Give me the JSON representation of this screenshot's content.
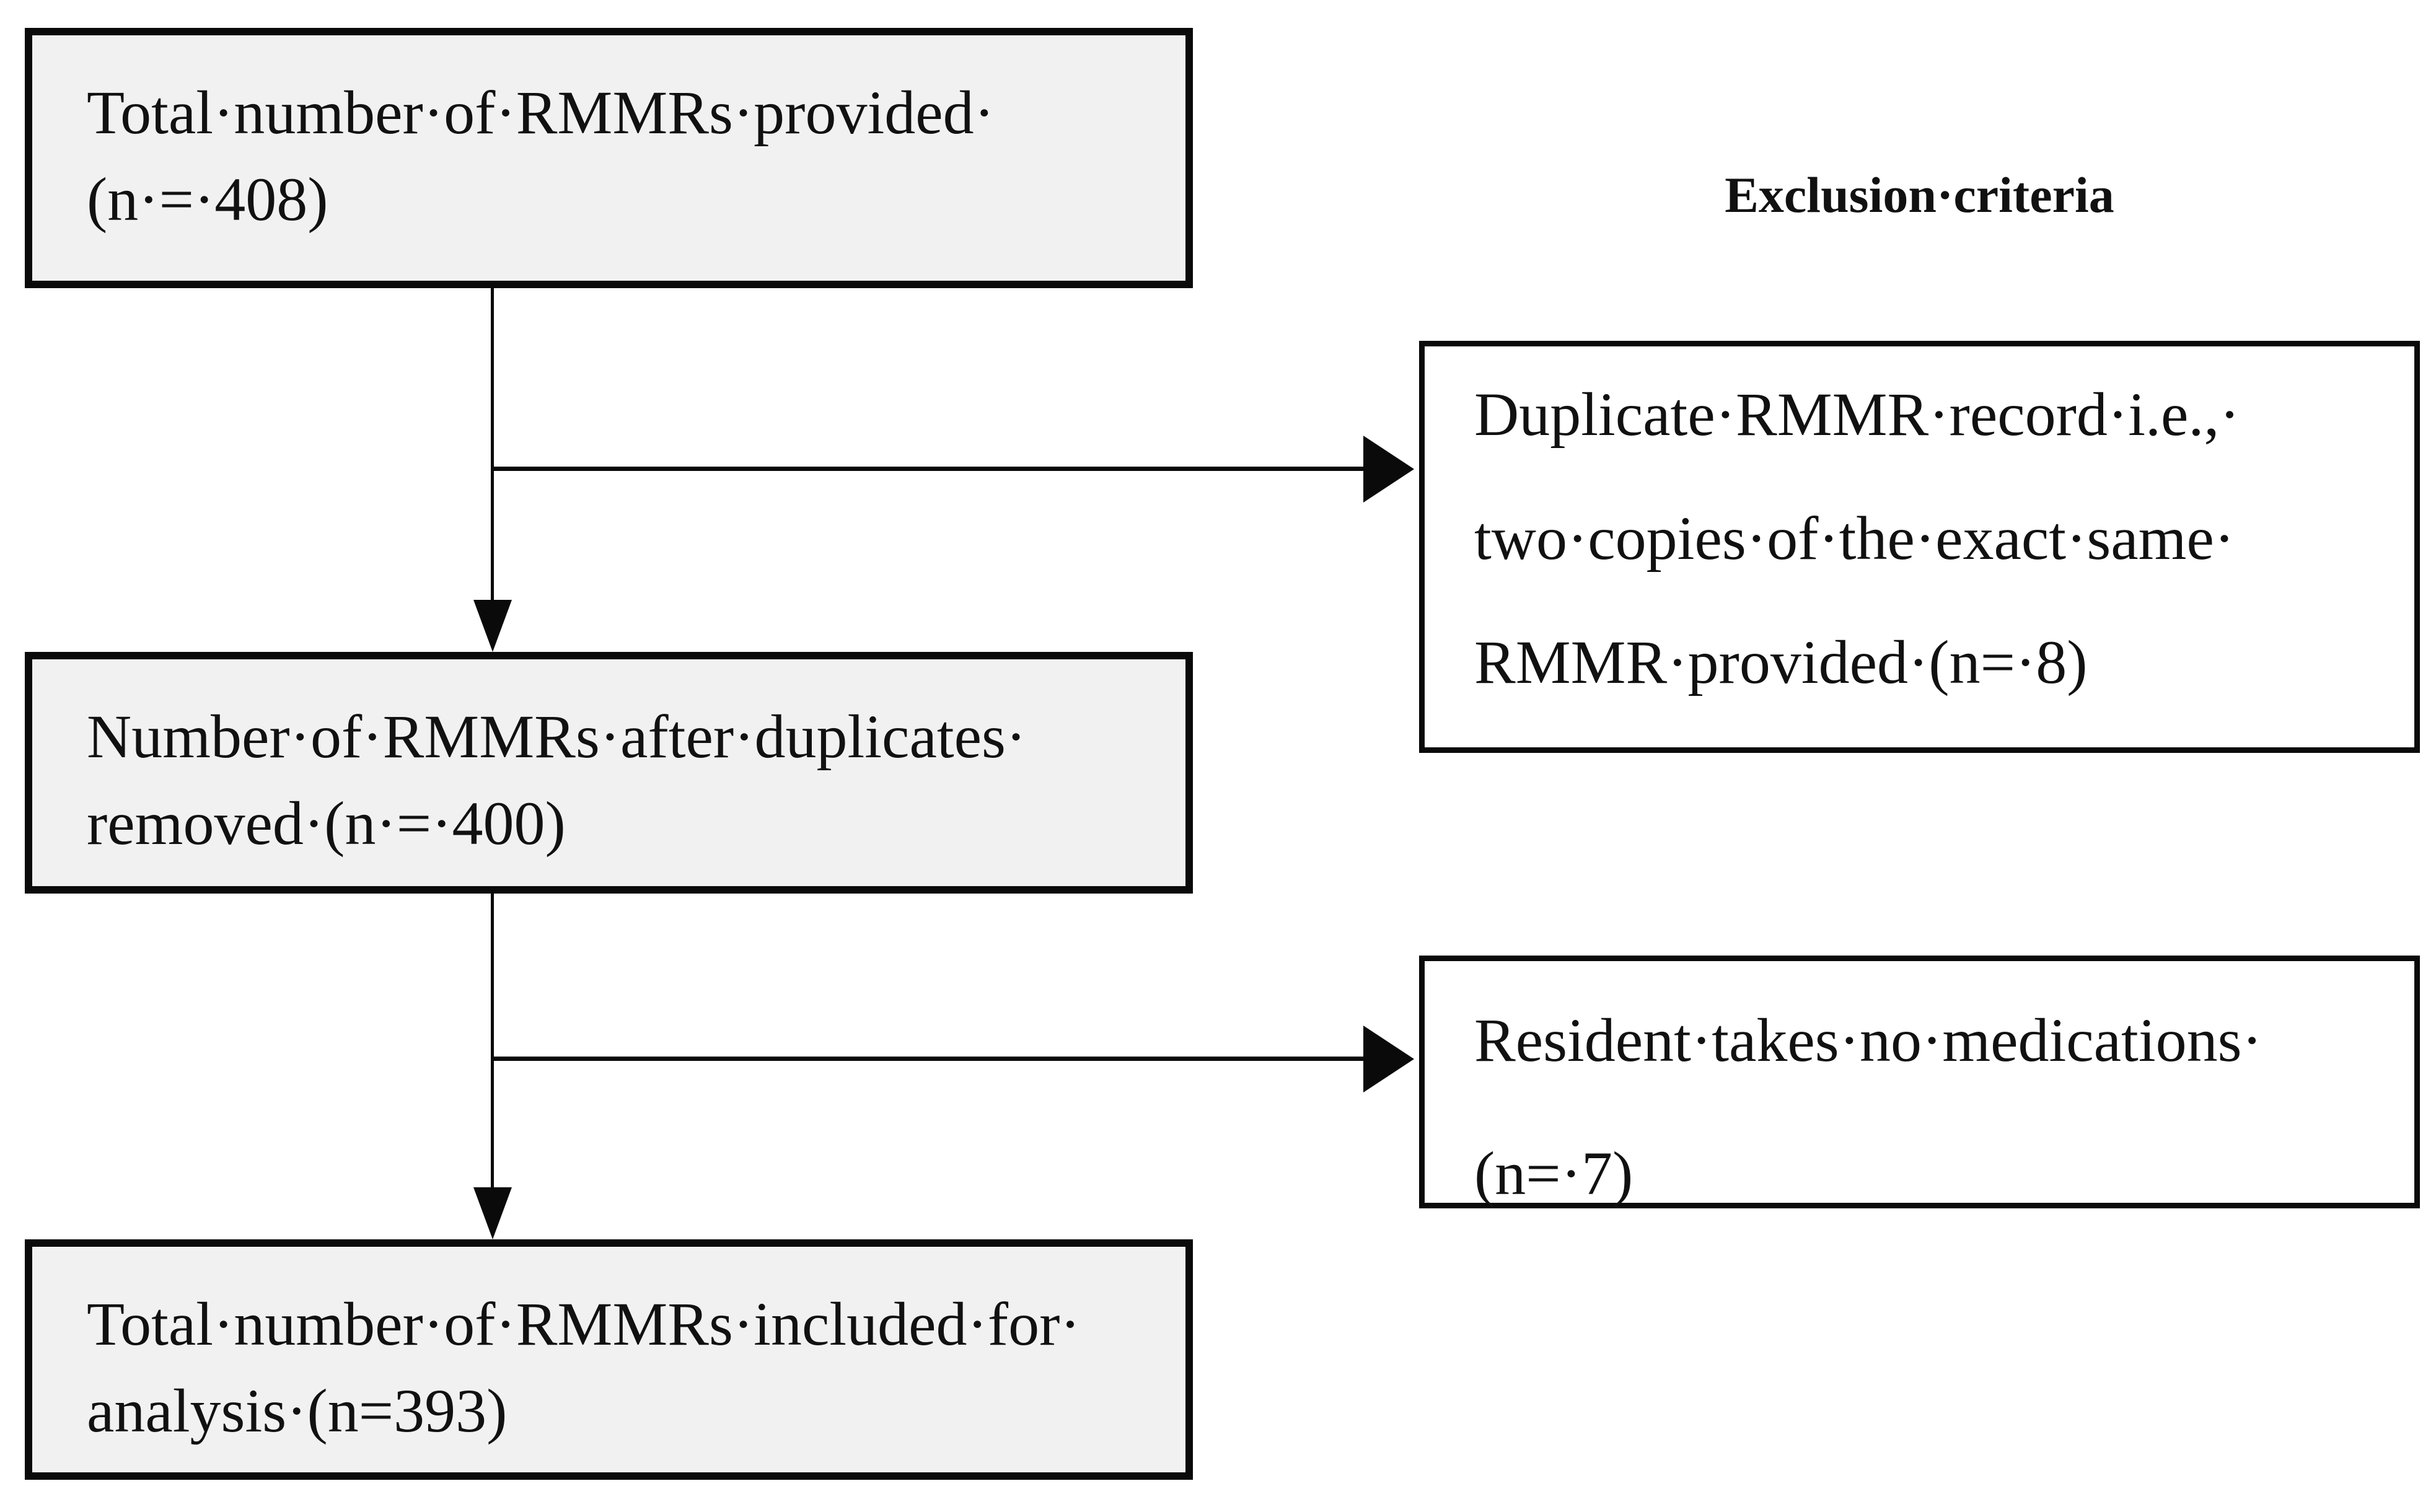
{
  "heading": {
    "label": "Exclusion·criteria"
  },
  "boxes": {
    "total_provided": {
      "lines": [
        "Total·number·of·RMMRs·provided·",
        "(n·=·408)"
      ]
    },
    "after_duplicates": {
      "lines": [
        "Number·of·RMMRs·after·duplicates·",
        "removed·(n·=·400)"
      ]
    },
    "included_analysis": {
      "lines": [
        "Total·number·of·RMMRs·included·for·",
        "analysis·(n=393)"
      ]
    },
    "excl_duplicate": {
      "lines": [
        "Duplicate·RMMR·record·i.e.,·",
        "two·copies·of·the·exact·same·",
        "RMMR·provided·(n=·8)"
      ]
    },
    "excl_no_medications": {
      "lines": [
        "Resident·takes·no·medications·",
        "(n=·7)"
      ]
    }
  },
  "colors": {
    "page_background": "#ffffff",
    "left_box_fill": "#f1f1f1",
    "right_box_fill": "#ffffff",
    "border": "#0a0a0a",
    "text": "#111111"
  }
}
